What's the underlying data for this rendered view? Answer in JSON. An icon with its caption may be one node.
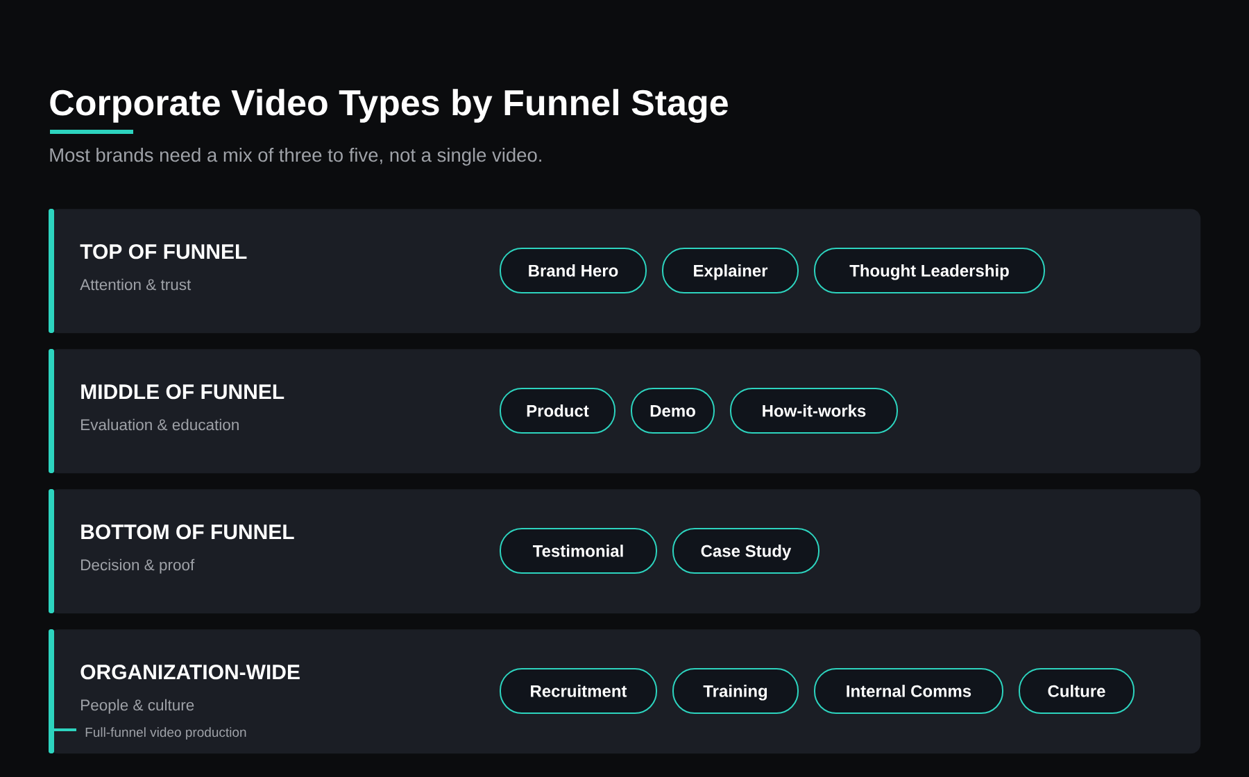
{
  "diagram": {
    "title": "Corporate Video Types by Funnel Stage",
    "nodes": [
      {
        "text": [
          "TOP OF FUNNEL",
          "Attention & trust"
        ]
      },
      {
        "text": [
          "Brand Hero"
        ],
        "in": 0
      },
      {
        "text": [
          "Explainer"
        ],
        "in": 0
      },
      {
        "text": [
          "Thought Leadership"
        ],
        "in": 0
      },
      {
        "text": [
          "MIDDLE OF FUNNEL",
          "Evaluation & education"
        ]
      },
      {
        "text": [
          "Product"
        ],
        "in": 4
      },
      {
        "text": [
          "Demo"
        ],
        "in": 4
      },
      {
        "text": [
          "How-it-works"
        ],
        "in": 4
      },
      {
        "text": [
          "BOTTOM OF FUNNEL",
          "Decision & proof"
        ]
      },
      {
        "text": [
          "Testimonial"
        ],
        "in": 8
      },
      {
        "text": [
          "Case Study"
        ],
        "in": 8
      },
      {
        "text": [
          "ORGANIZATION-WIDE",
          "People & culture"
        ]
      },
      {
        "text": [
          "Recruitment"
        ],
        "in": 11
      },
      {
        "text": [
          "Training"
        ],
        "in": 11
      },
      {
        "text": [
          "Internal Comms"
        ],
        "in": 11
      },
      {
        "text": [
          "Culture"
        ],
        "in": 11
      }
    ],
    "labels": [
      "Most brands need a mix of three to five, not a single video.",
      "Full-funnel video production"
    ]
  }
}
